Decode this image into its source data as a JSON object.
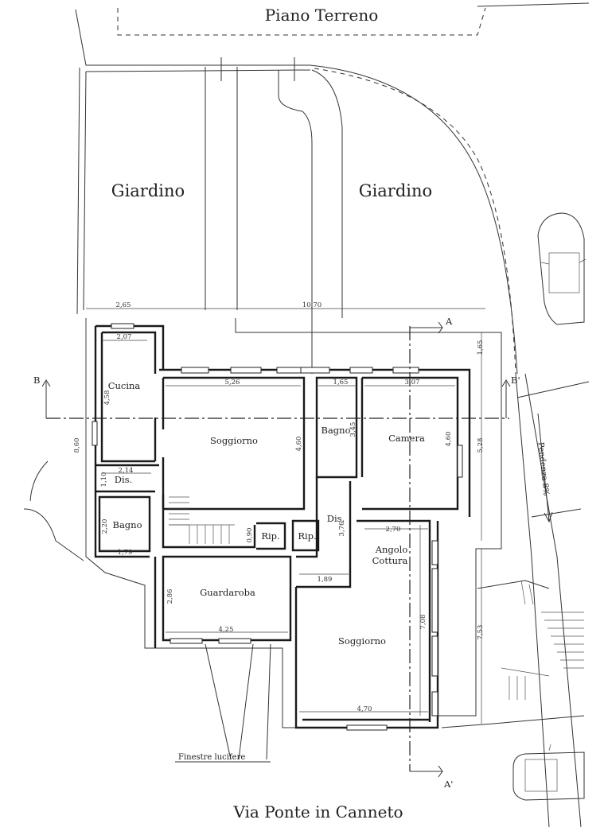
{
  "title": "Piano Terreno",
  "street": "Via Ponte in Canneto",
  "gardens": [
    "Giardino",
    "Giardino"
  ],
  "rooms": {
    "cucina": "Cucina",
    "soggiorno_main": "Soggiorno",
    "bagno_top": "Bagno",
    "camera": "Camera",
    "dis_left": "Dis.",
    "bagno_left": "Bagno",
    "rip_1": "Rip.",
    "rip_2": "Rip.",
    "dis_mid": "Dis.",
    "angolo_cottura_1": "Angolo",
    "angolo_cottura_2": "Cottura",
    "guardaroba": "Guardaroba",
    "soggiorno_south": "Soggiorno"
  },
  "dimensions": {
    "d_265": "2,65",
    "d_1070": "10,70",
    "d_207": "2,07",
    "d_458": "4,58",
    "d_526": "5,26",
    "d_165": "1,65",
    "d_307": "3,07",
    "d_165b": "1,65",
    "d_460a": "4,60",
    "d_345": "3,45",
    "d_460b": "4,60",
    "d_528": "5,28",
    "d_860": "8,60",
    "d_214": "2,14",
    "d_110": "1,10",
    "d_220": "2,20",
    "d_179": "1,79",
    "d_090": "0,90",
    "d_376": "3,76",
    "d_270": "2,70",
    "d_189": "1,89",
    "d_286": "2,86",
    "d_425": "4,25",
    "d_708": "7,08",
    "d_470": "4,70",
    "d_753": "7,53"
  },
  "sections": {
    "a_top": "A",
    "a_bottom": "A'",
    "b_left": "B",
    "b_right": "B'"
  },
  "notes": {
    "pendenza": "Pendenza 8%",
    "finestre": "Finestre lucifere"
  }
}
